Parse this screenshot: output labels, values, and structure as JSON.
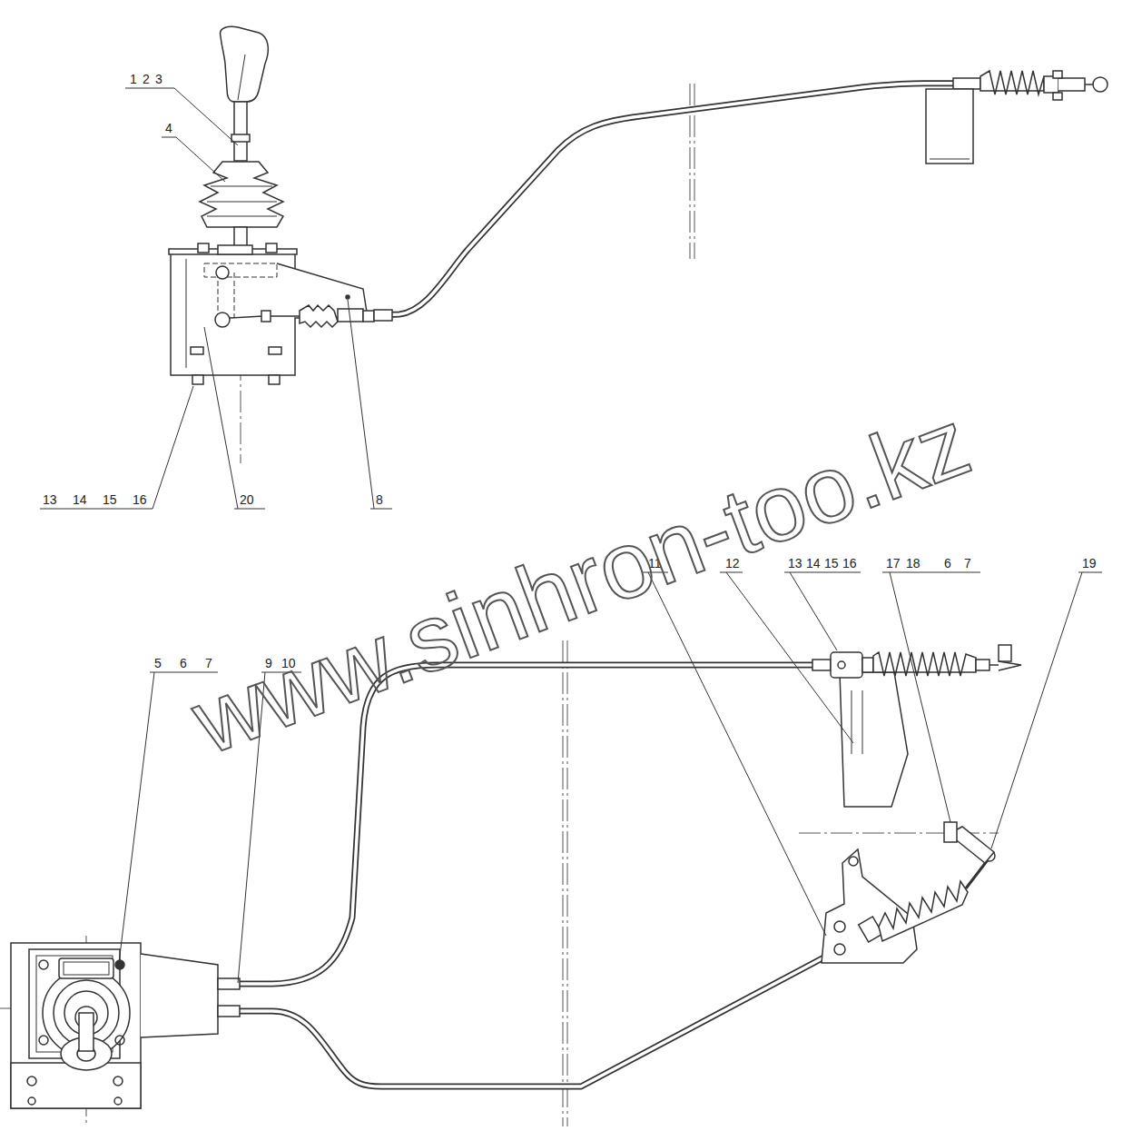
{
  "diagram": {
    "labels": [
      "1",
      "2",
      "3",
      "4",
      "13",
      "14",
      "15",
      "16",
      "20",
      "8",
      "5",
      "6",
      "7",
      "9",
      "10",
      "11",
      "12",
      "13",
      "14",
      "15",
      "16",
      "17",
      "18",
      "6",
      "7",
      "19",
      "www.sinhron-too.kz"
    ]
  }
}
